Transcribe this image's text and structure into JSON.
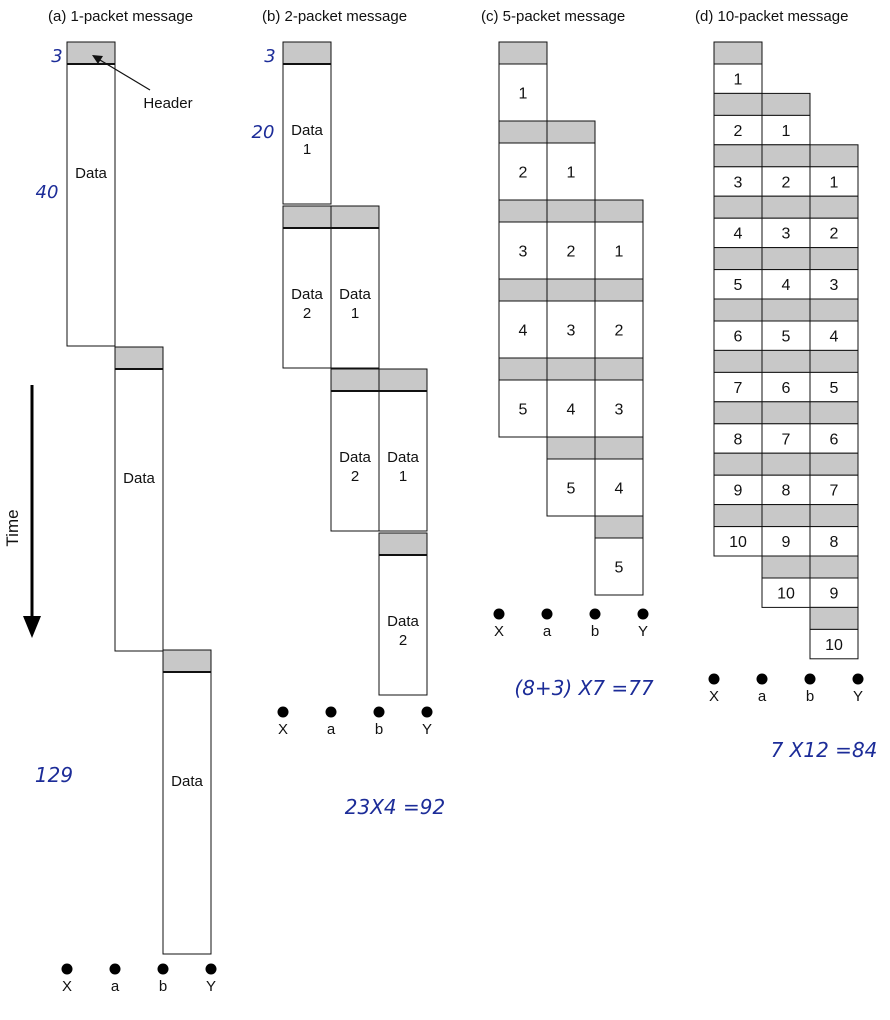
{
  "titles": [
    "(a) 1-packet message",
    "(b) 2-packet message",
    "(c) 5-packet message",
    "(d) 10-packet message"
  ],
  "header_label": "Header",
  "time_label": "Time",
  "nodes": [
    "X",
    "a",
    "b",
    "Y"
  ],
  "panel_a": {
    "data_label": "Data"
  },
  "panel_b": {
    "packets": [
      {
        "line1": "Data",
        "line2": "1"
      },
      {
        "line1": "Data",
        "line2": "2"
      }
    ]
  },
  "panel_c": {
    "packet_numbers": [
      "1",
      "2",
      "3",
      "4",
      "5"
    ]
  },
  "panel_d": {
    "packet_numbers": [
      "1",
      "2",
      "3",
      "4",
      "5",
      "6",
      "7",
      "8",
      "9",
      "10"
    ]
  },
  "handwritten": {
    "a_header": "3",
    "a_data": "40",
    "a_total": "129",
    "b_header": "3",
    "b_data": "20",
    "b_total": "23X4 =92",
    "c_total": "(8+3) X7 =77",
    "d_total": "7 X12 =84"
  },
  "colors": {
    "header_fill": "#c8c8c8",
    "line": "#111111",
    "handwriting": "#1c2c98"
  }
}
